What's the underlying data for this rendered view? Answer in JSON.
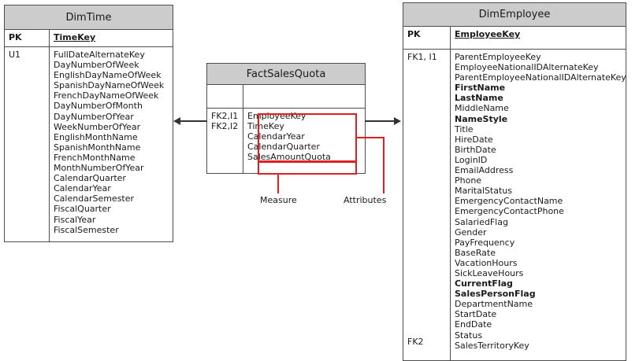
{
  "diagram": {
    "type": "entity-relationship-star-schema",
    "entities": [
      {
        "id": "dimtime",
        "name": "DimTime",
        "pk_label": "PK",
        "pk_field": "TimeKey",
        "key_lines": [
          "U1"
        ],
        "fields": [
          "FullDateAlternateKey",
          "DayNumberOfWeek",
          "EnglishDayNameOfWeek",
          "SpanishDayNameOfWeek",
          "FrenchDayNameOfWeek",
          "DayNumberOfMonth",
          "DayNumberOfYear",
          "WeekNumberOfYear",
          "EnglishMonthName",
          "SpanishMonthName",
          "FrenchMonthName",
          "MonthNumberOfYear",
          "CalendarQuarter",
          "CalendarYear",
          "CalendarSemester",
          "FiscalQuarter",
          "FiscalYear",
          "FiscalSemester"
        ]
      },
      {
        "id": "factsalesquota",
        "name": "FactSalesQuota",
        "pk_label": "",
        "pk_field": "",
        "key_lines": [
          "FK2,I1",
          "FK2,I2"
        ],
        "fields": [
          "EmployeeKey",
          "TimeKey",
          "CalendarYear",
          "CalendarQuarter",
          "SalesAmountQuota"
        ]
      },
      {
        "id": "dimemployee",
        "name": "DimEmployee",
        "pk_label": "PK",
        "pk_field": "EmployeeKey",
        "key_lines": [
          "FK1, I1"
        ],
        "bottom_key_line": "FK2",
        "fields": [
          "ParentEmployeeKey",
          "EmployeeNationalIDAlternateKey",
          "ParentEmployeeNationalIDAlternateKey",
          "FirstName",
          "LastName",
          "MiddleName",
          "NameStyle",
          "Title",
          "HireDate",
          "BirthDate",
          "LoginID",
          "EmailAddress",
          "Phone",
          "MaritalStatus",
          "EmergencyContactName",
          "EmergencyContactPhone",
          "SalariedFlag",
          "Gender",
          "PayFrequency",
          "BaseRate",
          "VacationHours",
          "SickLeaveHours",
          "CurrentFlag",
          "SalesPersonFlag",
          "DepartmentName",
          "StartDate",
          "EndDate",
          "Status",
          "SalesTerritoryKey"
        ],
        "bold_fields": [
          "FirstName",
          "LastName",
          "NameStyle",
          "CurrentFlag",
          "SalesPersonFlag"
        ]
      }
    ],
    "annotations": [
      {
        "id": "measure",
        "label": "Measure",
        "targets": "SalesAmountQuota"
      },
      {
        "id": "attributes",
        "label": "Attributes",
        "targets": "EmployeeKey, TimeKey, CalendarYear, CalendarQuarter"
      }
    ],
    "colors": {
      "header_fill": "#cccccc",
      "border": "#4d4d4d",
      "annotation": "#e02020",
      "connector": "#333333",
      "text": "#1a1a1a",
      "background": "#ffffff"
    }
  }
}
